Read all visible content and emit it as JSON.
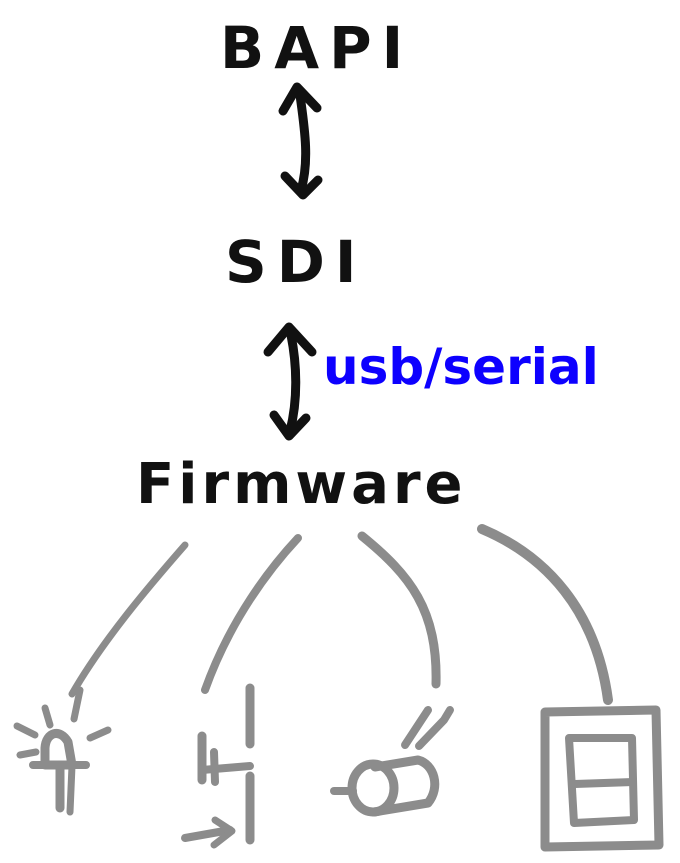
{
  "nodes": {
    "top_label": "BAPI",
    "middle_label": "SDI",
    "bottom_label": "Firmware"
  },
  "connections": {
    "firmware_to_sdi": "usb/serial"
  },
  "devices": [
    {
      "icon": "led-icon"
    },
    {
      "icon": "switch-icon"
    },
    {
      "icon": "motor-icon"
    },
    {
      "icon": "seven-segment-display-icon"
    }
  ],
  "colors": {
    "text": "#111111",
    "accent": "#0d00ff",
    "wire": "#8c8c8c",
    "background": "#ffffff"
  }
}
